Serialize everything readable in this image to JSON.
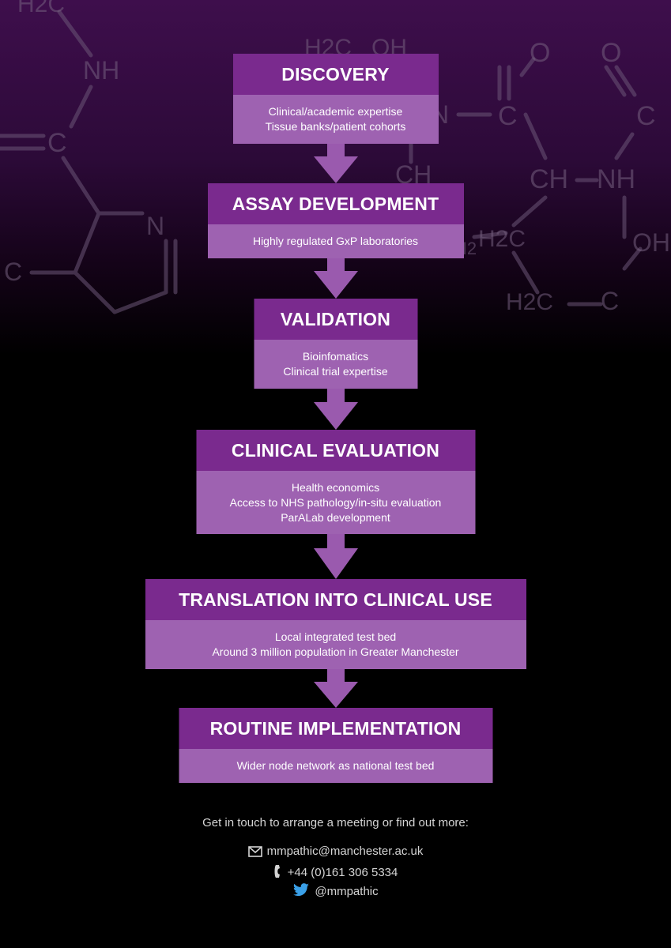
{
  "steps": [
    {
      "title": "DISCOVERY",
      "lines": [
        "Clinical/academic expertise",
        "Tissue banks/patient cohorts"
      ]
    },
    {
      "title": "ASSAY DEVELOPMENT",
      "lines": [
        "Highly regulated GxP laboratories"
      ]
    },
    {
      "title": "VALIDATION",
      "lines": [
        "Bioinfomatics",
        "Clinical trial expertise"
      ]
    },
    {
      "title": "CLINICAL EVALUATION",
      "lines": [
        "Health economics",
        "Access to NHS pathology/in-situ evaluation",
        "ParALab development"
      ]
    },
    {
      "title": "TRANSLATION INTO CLINICAL USE",
      "lines": [
        "Local integrated test bed",
        "Around 3 million population in Greater Manchester"
      ]
    },
    {
      "title": "ROUTINE IMPLEMENTATION",
      "lines": [
        "Wider node network as national test bed"
      ]
    }
  ],
  "contact": {
    "intro": "Get in touch to arrange a meeting or find out more:",
    "email": "mmpathic@manchester.ac.uk",
    "phone": "+44 (0)161 306 5334",
    "twitter": "@mmpathic"
  },
  "background_labels": [
    "H2C",
    "NH",
    "C",
    "N",
    "C",
    "H2C",
    "OH",
    "O",
    "O",
    "N",
    "C",
    "C",
    "CH",
    "CH",
    "NH",
    "H2C",
    "OH",
    "H2C",
    "C",
    "H2"
  ],
  "colors": {
    "title_fill": "#7a2a8e",
    "body_fill": "#9e62b1",
    "arrow_fill": "#9a5aae",
    "background_top": "#3e0e4c",
    "background_bottom": "#000000"
  },
  "icons": {
    "email": "envelope-icon",
    "phone": "phone-icon",
    "twitter": "twitter-bird-icon"
  }
}
